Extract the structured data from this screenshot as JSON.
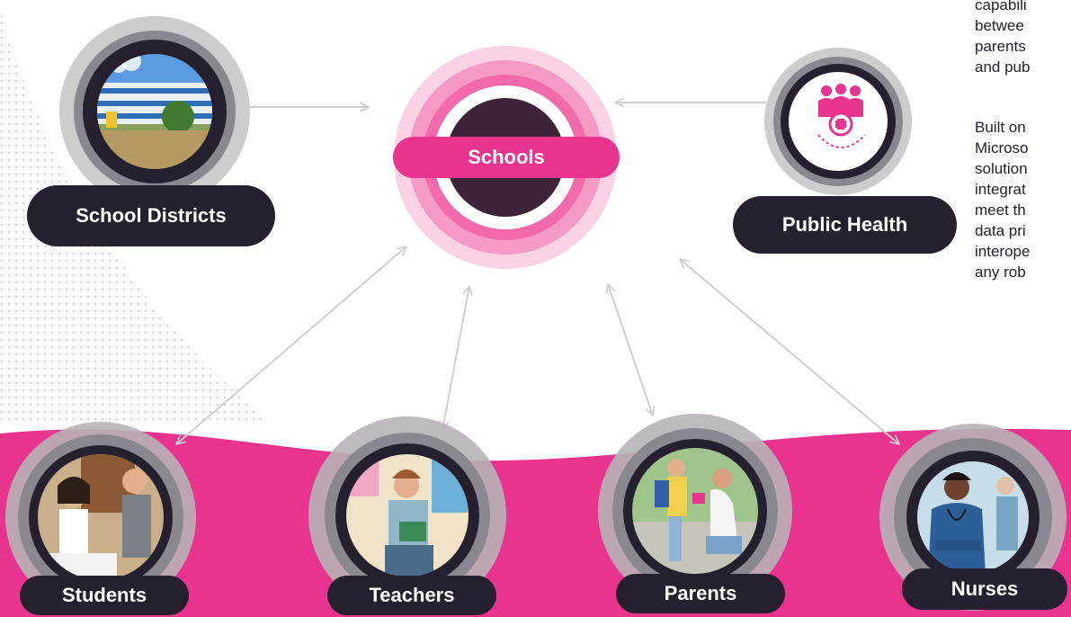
{
  "diagram": {
    "center": {
      "label": "Schools"
    },
    "nodes": [
      {
        "id": "school-districts",
        "label": "School Districts",
        "image": "school-building-photo"
      },
      {
        "id": "public-health",
        "label": "Public Health",
        "image": "people-with-medical-gear-icon"
      },
      {
        "id": "students",
        "label": "Students",
        "image": "students-in-classroom-photo"
      },
      {
        "id": "teachers",
        "label": "Teachers",
        "image": "teacher-reading-photo"
      },
      {
        "id": "parents",
        "label": "Parents",
        "image": "parent-and-child-photo"
      },
      {
        "id": "nurses",
        "label": "Nurses",
        "image": "nurse-smiling-photo"
      }
    ],
    "edges": [
      {
        "from": "school-districts",
        "to": "schools",
        "direction": "one-way"
      },
      {
        "from": "public-health",
        "to": "schools",
        "direction": "one-way"
      },
      {
        "from": "students",
        "to": "schools",
        "direction": "two-way"
      },
      {
        "from": "teachers",
        "to": "schools",
        "direction": "two-way"
      },
      {
        "from": "parents",
        "to": "schools",
        "direction": "two-way"
      },
      {
        "from": "nurses",
        "to": "schools",
        "direction": "two-way"
      }
    ]
  },
  "side_text": {
    "paragraph1": [
      "capabili",
      "betwee",
      "parents",
      "and pub"
    ],
    "paragraph2": [
      "Built on",
      "Microso",
      "solution",
      "integrat",
      "meet th",
      "data pri",
      "interope",
      "any rob"
    ]
  },
  "colors": {
    "accent_pink": "#e8348e",
    "dark": "#26202e",
    "center_dark": "#3d2438",
    "arrow_gray": "#cfcfcf"
  }
}
